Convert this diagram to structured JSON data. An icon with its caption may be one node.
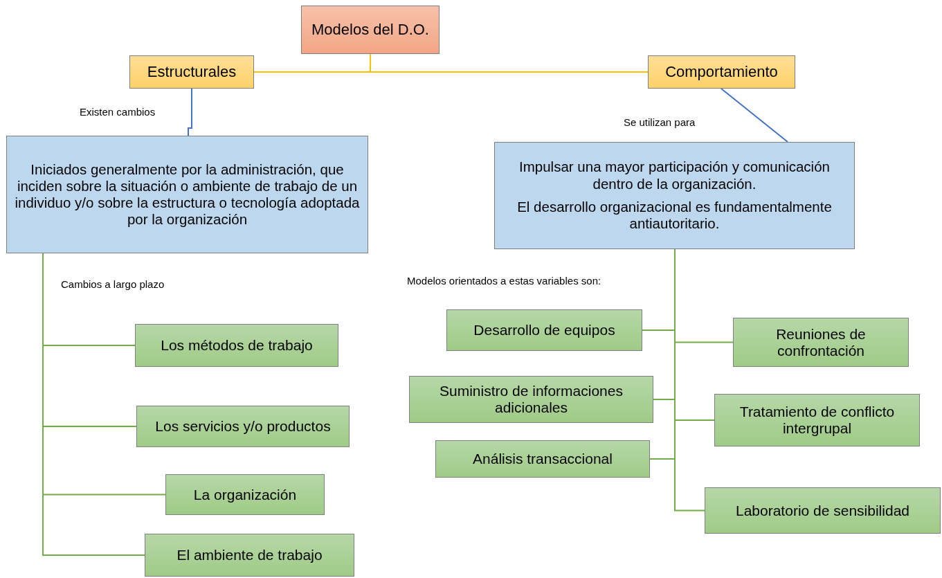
{
  "diagram": {
    "nodes": [
      {
        "text": [
          "Modelos del D.O."
        ]
      },
      {
        "text": [
          "Estructurales"
        ]
      },
      {
        "text": [
          "Comportamiento"
        ]
      },
      {
        "text": [
          "Iniciados generalmente por la administración, que inciden sobre la situación o ambiente de trabajo de un individuo y/o sobre la estructura o tecnología adoptada por la organización"
        ]
      },
      {
        "text": [
          "Impulsar una mayor participación y comunicación dentro de la organización.",
          "El desarrollo organizacional es fundamentalmente antiautoritario."
        ]
      },
      {
        "text": [
          "Los métodos de trabajo"
        ]
      },
      {
        "text": [
          "Los servicios y/o productos"
        ]
      },
      {
        "text": [
          "La organización"
        ]
      },
      {
        "text": [
          "El ambiente de trabajo"
        ]
      },
      {
        "text": [
          "Desarrollo de equipos"
        ]
      },
      {
        "text": [
          "Suministro de informaciones adicionales"
        ]
      },
      {
        "text": [
          "Análisis transaccional"
        ]
      },
      {
        "text": [
          "Reuniones de confrontación"
        ]
      },
      {
        "text": [
          "Tratamiento de conflicto intergrupal"
        ]
      },
      {
        "text": [
          "Laboratorio de sensibilidad"
        ]
      }
    ],
    "edges": [
      {
        "from": 0,
        "to": 1,
        "arrow": "none",
        "color": "#ffc000"
      },
      {
        "from": 0,
        "to": 2,
        "arrow": "none",
        "color": "#ffc000"
      },
      {
        "from": 1,
        "to": 3,
        "arrow": "none",
        "label": "Existen cambios",
        "color": "#4472c4"
      },
      {
        "from": 2,
        "to": 4,
        "arrow": "none",
        "label": "Se utilizan para",
        "color": "#4472c4"
      },
      {
        "from": 3,
        "to": 5,
        "arrow": "none"
      },
      {
        "from": 3,
        "to": 6,
        "arrow": "none"
      },
      {
        "from": 3,
        "to": 7,
        "arrow": "none"
      },
      {
        "from": 3,
        "to": 8,
        "arrow": "none"
      },
      {
        "from": 4,
        "to": 9,
        "arrow": "none"
      },
      {
        "from": 4,
        "to": 10,
        "arrow": "none"
      },
      {
        "from": 4,
        "to": 11,
        "arrow": "none"
      },
      {
        "from": 4,
        "to": 12,
        "arrow": "none"
      },
      {
        "from": 4,
        "to": 13,
        "arrow": "none"
      },
      {
        "from": 4,
        "to": 14,
        "arrow": "none"
      }
    ],
    "labels": [
      "Cambios a largo plazo",
      "Modelos orientados a estas variables son:"
    ]
  }
}
